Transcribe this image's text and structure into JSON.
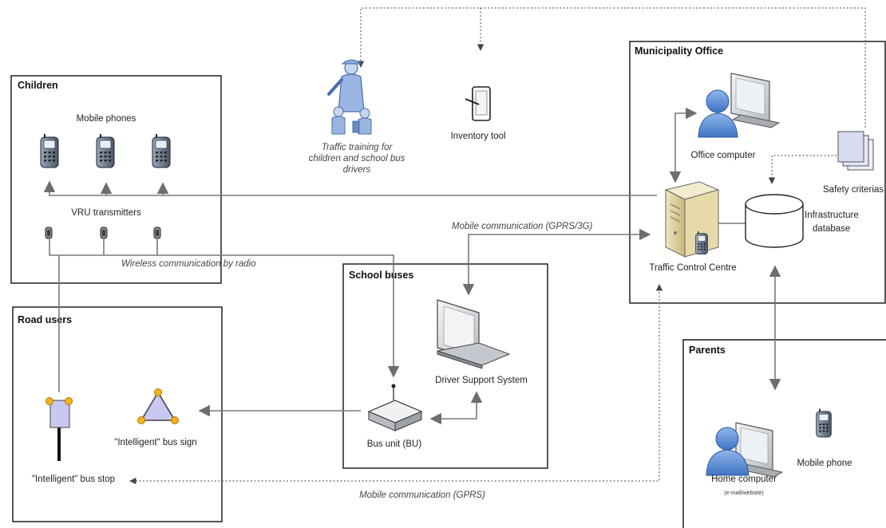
{
  "groups": {
    "children": "Children",
    "municipality": "Municipality Office",
    "school_buses": "School buses",
    "road_users": "Road users",
    "parents": "Parents"
  },
  "labels": {
    "mobile_phones": "Mobile phones",
    "vru_transmitters": "VRU transmitters",
    "traffic_training_1": "Traffic training for",
    "traffic_training_2": "children and school bus",
    "traffic_training_3": "drivers",
    "inventory_tool": "Inventory tool",
    "office_computer": "Office computer",
    "safety_criterias": "Safety criterias",
    "infrastructure_db_1": "Infrastructure",
    "infrastructure_db_2": "database",
    "traffic_control_centre": "Traffic Control Centre",
    "driver_support_system": "Driver Support System",
    "bus_unit": "Bus unit (BU)",
    "intelligent_bus_sign": "\"Intelligent\" bus sign",
    "intelligent_bus_stop": "\"Intelligent\" bus stop",
    "home_computer": "Home computer",
    "home_computer_sub": "(e-mail/website)",
    "mobile_phone": "Mobile phone"
  },
  "links": {
    "wireless_radio": "Wireless communication by radio",
    "mobile_gprs_3g": "Mobile communication (GPRS/3G)",
    "mobile_gprs": "Mobile communication (GPRS)"
  },
  "colors": {
    "person_blue": "#5b8fd6",
    "monitor_gray": "#c9ccd0",
    "node_yellow": "#f5b21c",
    "sign_fill": "#c8c8f0",
    "line_gray": "#7a7a7a"
  }
}
